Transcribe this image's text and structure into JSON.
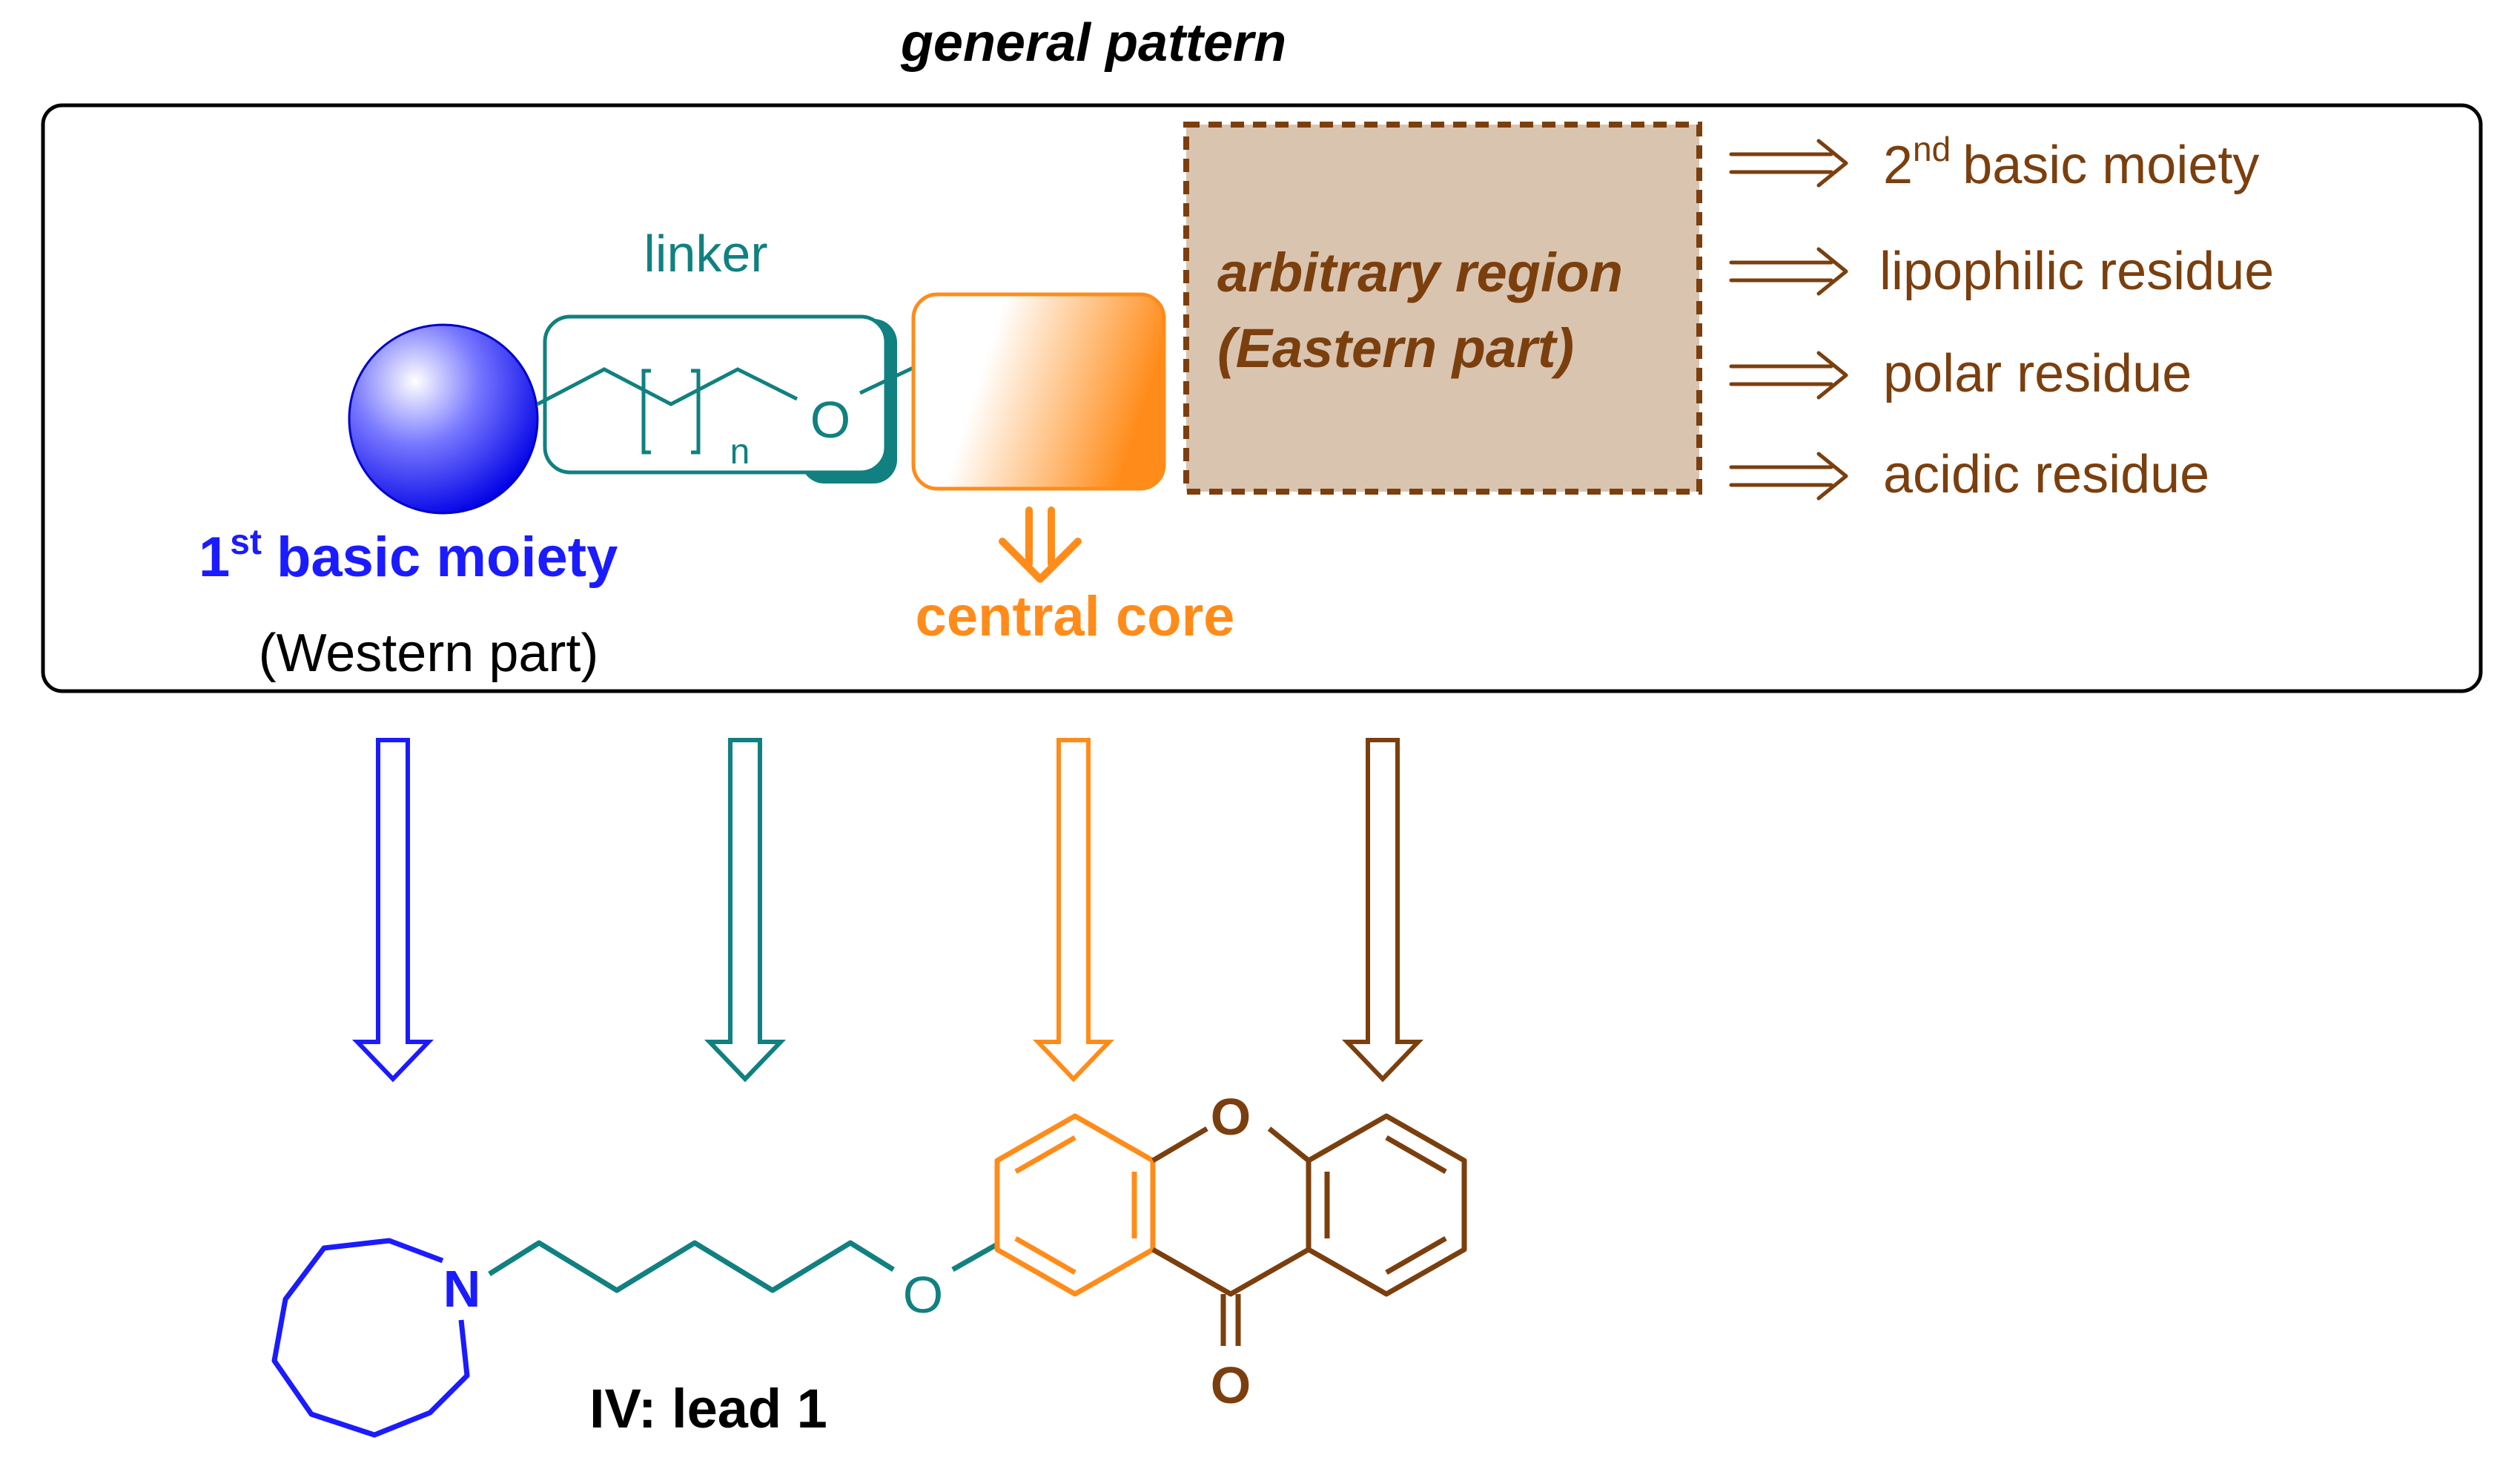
{
  "title": "general pattern",
  "western": {
    "ordinal_number": "1",
    "ordinal_suffix": "st",
    "label": "basic moiety",
    "sublabel": "(Western part)"
  },
  "linker": {
    "label": "linker",
    "oxygen": "O",
    "subscript": "n"
  },
  "core": {
    "label": "central core"
  },
  "eastern": {
    "line1": "arbitrary region",
    "line2": "(Eastern part)"
  },
  "options": [
    {
      "number": "2",
      "suffix": "nd",
      "text": "basic moiety"
    },
    {
      "text": "lipophilic residue"
    },
    {
      "text": "polar residue"
    },
    {
      "text": "acidic residue"
    }
  ],
  "molecule": {
    "nitrogen": "N",
    "ether_oxygen": "O",
    "ring_oxygen": "O",
    "carbonyl_oxygen": "O",
    "caption": "IV: lead 1"
  },
  "colors": {
    "blue": "#1b1bff",
    "teal": "#118080",
    "orange": "#ff8c1a",
    "brown": "#7b3f0e",
    "tan_fill": "#d9c4b0",
    "black": "#000000"
  }
}
